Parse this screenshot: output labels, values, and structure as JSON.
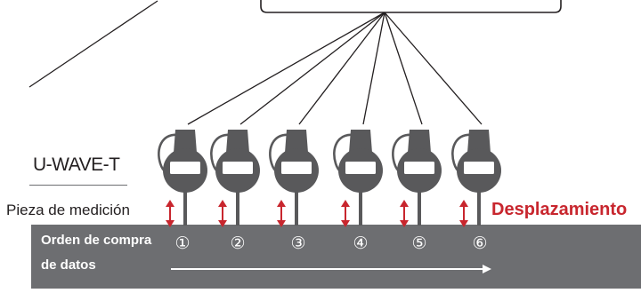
{
  "labels": {
    "model": "U-WAVE-T",
    "workpiece": "Pieza de medición",
    "displacement": "Desplazamiento",
    "order_line1": "Orden de compra",
    "order_line2": "de datos"
  },
  "sequence_numbers": [
    "①",
    "②",
    "③",
    "④",
    "⑤",
    "⑥"
  ],
  "colors": {
    "panel": "#6d6e71",
    "device": "#59595b",
    "arrow": "#c8262e",
    "text_dark": "#231f20",
    "accent_red": "#c8262e"
  },
  "icons": {
    "device": "dial-indicator-icon",
    "motion": "double-headed-arrow-icon",
    "flow": "right-arrow-icon"
  }
}
